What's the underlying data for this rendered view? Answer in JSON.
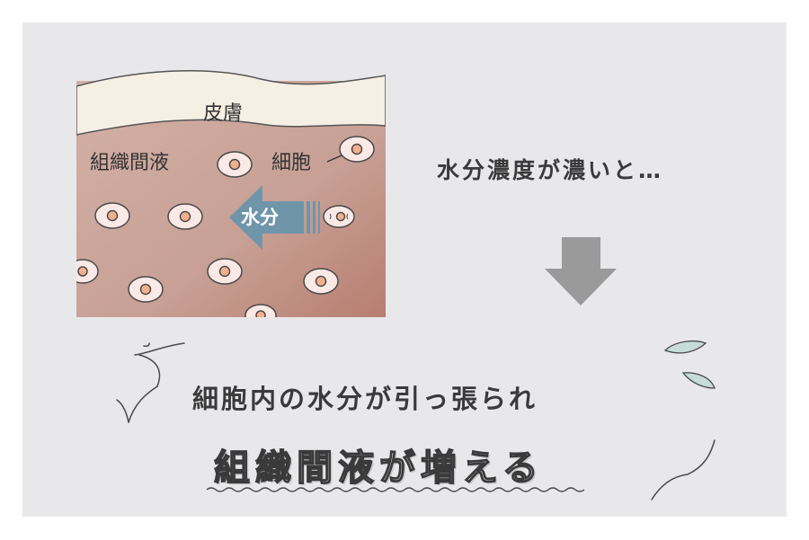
{
  "labels": {
    "skin": "皮膚",
    "interstitial_fluid": "組織間液",
    "cell": "細胞",
    "water": "水分",
    "concentration": "水分濃度が濃いと…",
    "pulled": "細胞内の水分が引っ張られ",
    "result": "組織間液が増える"
  },
  "colors": {
    "panel_bg": "#e8e7ea",
    "skin": "#f6efe3",
    "tissue": "#c8a49a",
    "tissue_dark": "#b78174",
    "cell_fill": "#fbe9e6",
    "nucleus": "#f3b08d",
    "arrow_water": "#6f95aa",
    "arrow_down": "#9a9a9a",
    "drop": "#c7dcd8",
    "line": "#4a4a4a"
  },
  "icons": {
    "water_arrow": "left-arrow-icon",
    "down_arrow": "down-arrow-icon",
    "drops": "water-drop-icon",
    "wave": "wave-underline"
  }
}
